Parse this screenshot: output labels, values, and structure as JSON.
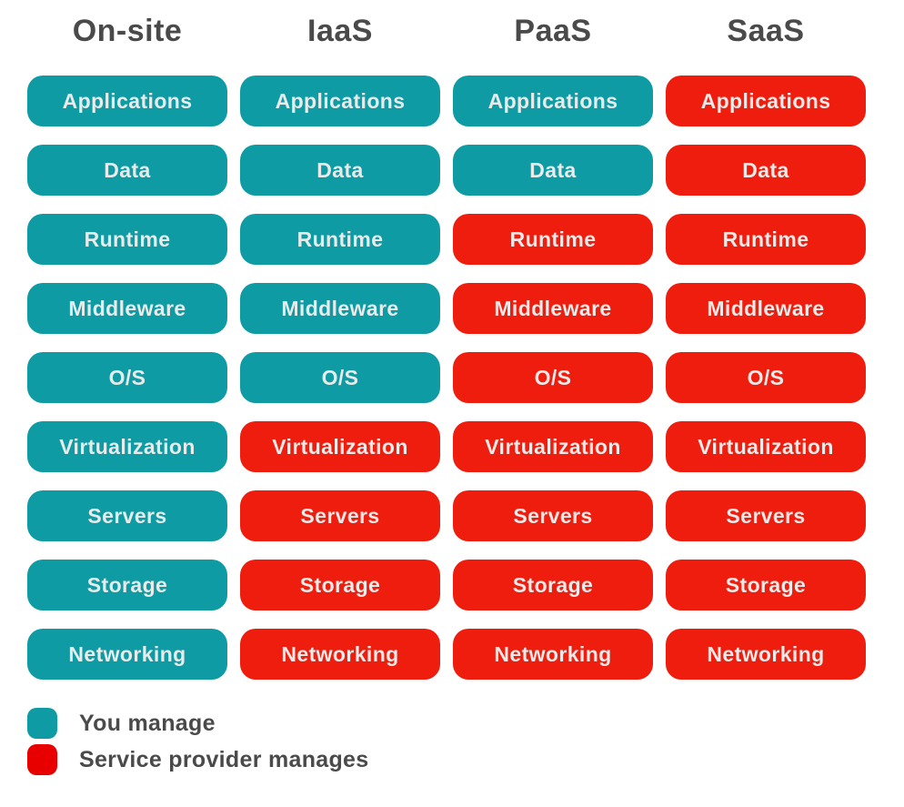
{
  "matrix": {
    "row_labels": [
      "Applications",
      "Data",
      "Runtime",
      "Middleware",
      "O/S",
      "Virtualization",
      "Servers",
      "Storage",
      "Networking"
    ],
    "columns": [
      {
        "key": "on-site",
        "label": "On-site",
        "managed": [
          "you",
          "you",
          "you",
          "you",
          "you",
          "you",
          "you",
          "you",
          "you"
        ]
      },
      {
        "key": "iaas",
        "label": "IaaS",
        "managed": [
          "you",
          "you",
          "you",
          "you",
          "you",
          "provider",
          "provider",
          "provider",
          "provider"
        ]
      },
      {
        "key": "paas",
        "label": "PaaS",
        "managed": [
          "you",
          "you",
          "provider",
          "provider",
          "provider",
          "provider",
          "provider",
          "provider",
          "provider"
        ]
      },
      {
        "key": "saas",
        "label": "SaaS",
        "managed": [
          "provider",
          "provider",
          "provider",
          "provider",
          "provider",
          "provider",
          "provider",
          "provider",
          "provider"
        ]
      }
    ]
  },
  "legend": {
    "items": [
      {
        "key": "you",
        "label": "You manage",
        "color": "#0e9ba4"
      },
      {
        "key": "provider",
        "label": "Service provider manages",
        "color": "#e80000"
      }
    ]
  },
  "colors": {
    "you": "#0e9ba4",
    "provider": "#ee1d0e",
    "header_text": "#4a4a4b",
    "pill_text": "#e9ebea",
    "background": "#ffffff"
  }
}
